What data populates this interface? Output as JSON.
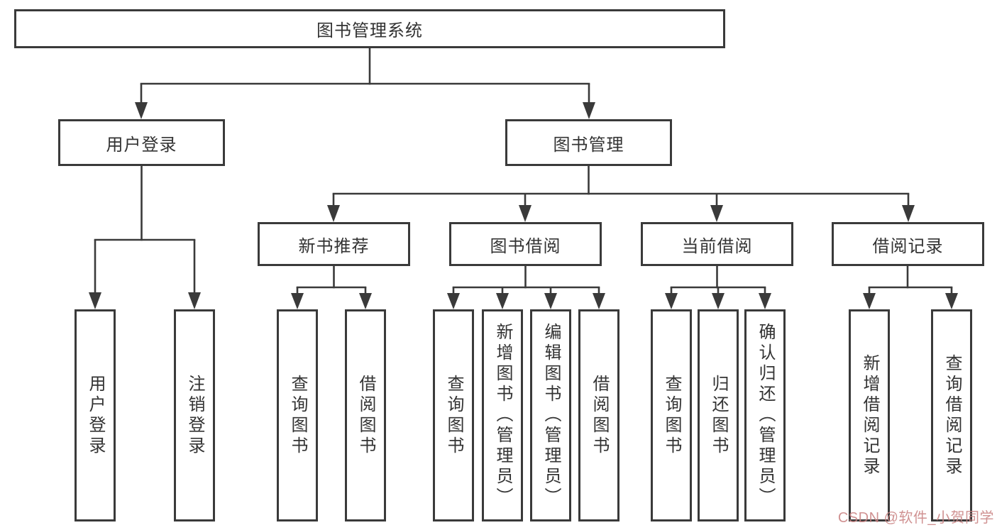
{
  "diagram": {
    "type": "tree-structure-chart",
    "nodes": {
      "root": "图书管理系统",
      "user_login": "用户登录",
      "book_management": "图书管理",
      "new_book_recommend": "新书推荐",
      "book_borrowing": "图书借阅",
      "current_borrowing": "当前借阅",
      "borrowing_records": "借阅记录",
      "leaf_user_login": "用户登录",
      "leaf_logout": "注销登录",
      "recommend_query_books": "查询图书",
      "recommend_borrow_books": "借阅图书",
      "borrow_query_books": "查询图书",
      "borrow_add_books": "新增图书（管理员）",
      "borrow_edit_books": "编辑图书（管理员）",
      "borrow_borrow_books": "借阅图书",
      "current_query_books": "查询图书",
      "current_return_books": "归还图书",
      "current_confirm_return": "确认归还（管理员）",
      "records_add_record": "新增借阅记录",
      "records_query_record": "查询借阅记录"
    },
    "colors": {
      "line": "#3a3a3a",
      "box_border": "#3a3a3a",
      "text": "#333333",
      "background": "#ffffff",
      "watermark": "#c98383"
    }
  },
  "watermark": {
    "text": "CSDN @软件_小贺同学"
  }
}
